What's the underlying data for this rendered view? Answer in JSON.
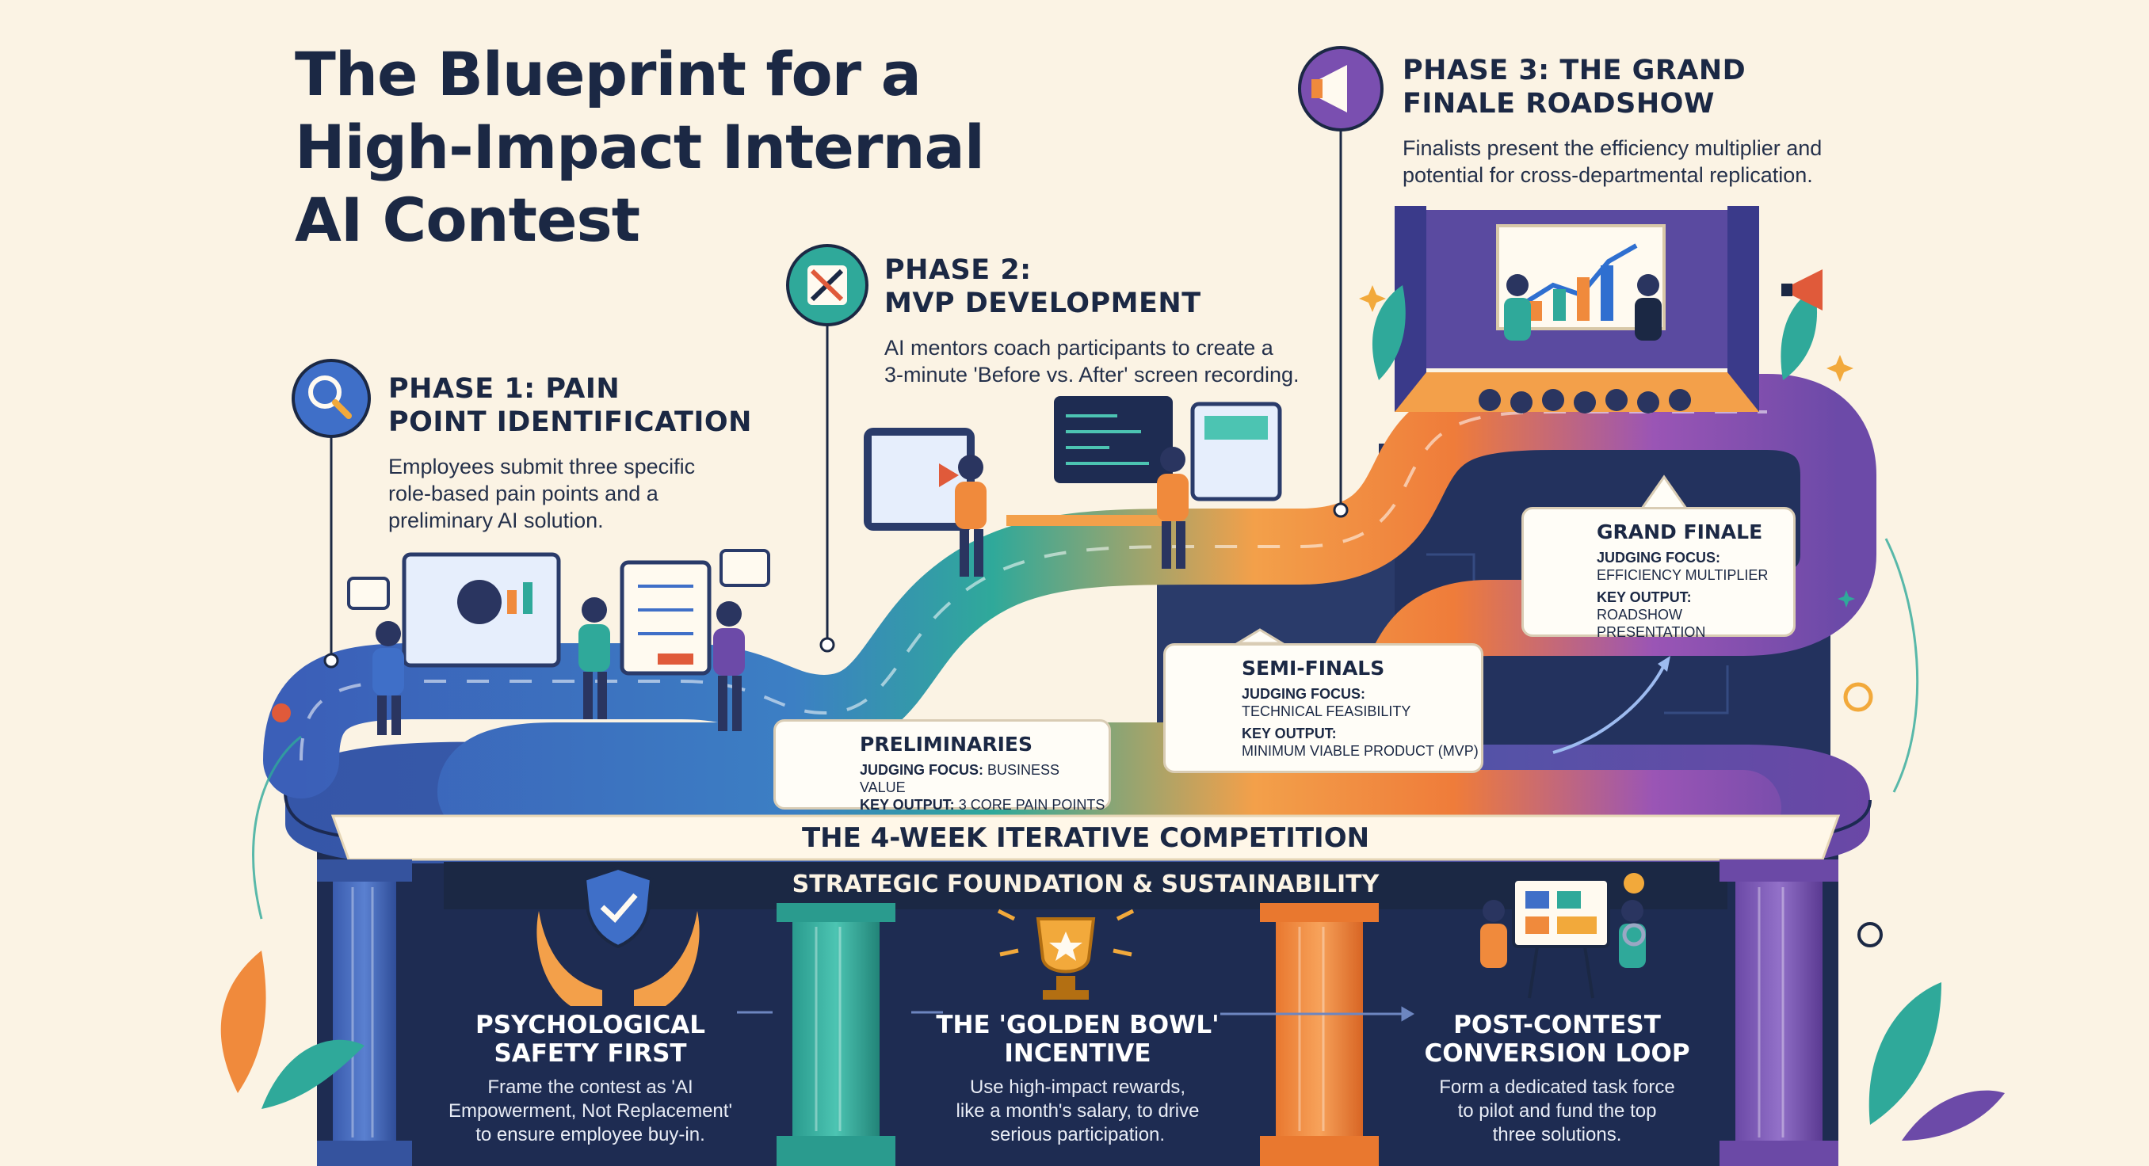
{
  "title": {
    "lines": [
      "The Blueprint for a",
      "High-Impact Internal",
      "AI Contest"
    ]
  },
  "phases": [
    {
      "icon": "magnifier-icon",
      "heading": [
        "PHASE 1: PAIN",
        "POINT IDENTIFICATION"
      ],
      "description": [
        "Employees submit three specific",
        "role-based pain points and a",
        "preliminary AI solution."
      ]
    },
    {
      "icon": "tools-icon",
      "heading": [
        "PHASE 2:",
        "MVP DEVELOPMENT"
      ],
      "description": [
        "AI mentors coach participants to create a",
        "3-minute 'Before vs. After' screen recording."
      ]
    },
    {
      "icon": "megaphone-icon",
      "heading": [
        "PHASE 3: THE GRAND",
        "FINALE ROADSHOW"
      ],
      "description": [
        "Finalists present the efficiency multiplier and",
        "potential for cross-departmental replication."
      ]
    }
  ],
  "stages": [
    {
      "icon": "gavel-icon",
      "title": "PRELIMINARIES",
      "focus_label": "JUDGING FOCUS:",
      "focus": "Business Value",
      "output_label": "KEY OUTPUT:",
      "output": "3 Core Pain Points"
    },
    {
      "icon": "stopwatch-icon",
      "title": "SEMI-FINALS",
      "focus_label": "JUDGING FOCUS:",
      "focus": "Technical Feasibility",
      "output_label": "KEY OUTPUT:",
      "output": "Minimum Viable Product (MVP)"
    },
    {
      "icon": "trophy-icon",
      "title": "GRAND FINALE",
      "focus_label": "JUDGING FOCUS:",
      "focus": "Efficiency Multiplier",
      "output_label": "KEY OUTPUT:",
      "output": "Roadshow Presentation"
    }
  ],
  "competition_banner": "THE 4-WEEK ITERATIVE COMPETITION",
  "foundation_banner": "STRATEGIC FOUNDATION & SUSTAINABILITY",
  "pillars": [
    {
      "icon": "shield-hands-icon",
      "title": [
        "PSYCHOLOGICAL",
        "SAFETY FIRST"
      ],
      "description": [
        "Frame the contest as 'AI",
        "Empowerment, Not Replacement'",
        "to ensure employee buy-in."
      ]
    },
    {
      "icon": "golden-trophy-icon",
      "title": [
        "THE 'GOLDEN BOWL'",
        "INCENTIVE"
      ],
      "description": [
        "Use high-impact rewards,",
        "like a month's salary, to drive",
        "serious participation."
      ]
    },
    {
      "icon": "task-force-icon",
      "title": [
        "POST-CONTEST",
        "CONVERSION LOOP"
      ],
      "description": [
        "Form a dedicated task force",
        "to pilot and fund the top",
        "three solutions."
      ]
    }
  ],
  "colors": {
    "navy": "#1b2844",
    "background": "#fbf3e4",
    "path_blue": "#3f6fc8",
    "path_teal": "#2fa99a",
    "path_orange": "#f08a3c",
    "path_purple": "#7a4fb0",
    "accent_gold": "#f2a93b"
  }
}
